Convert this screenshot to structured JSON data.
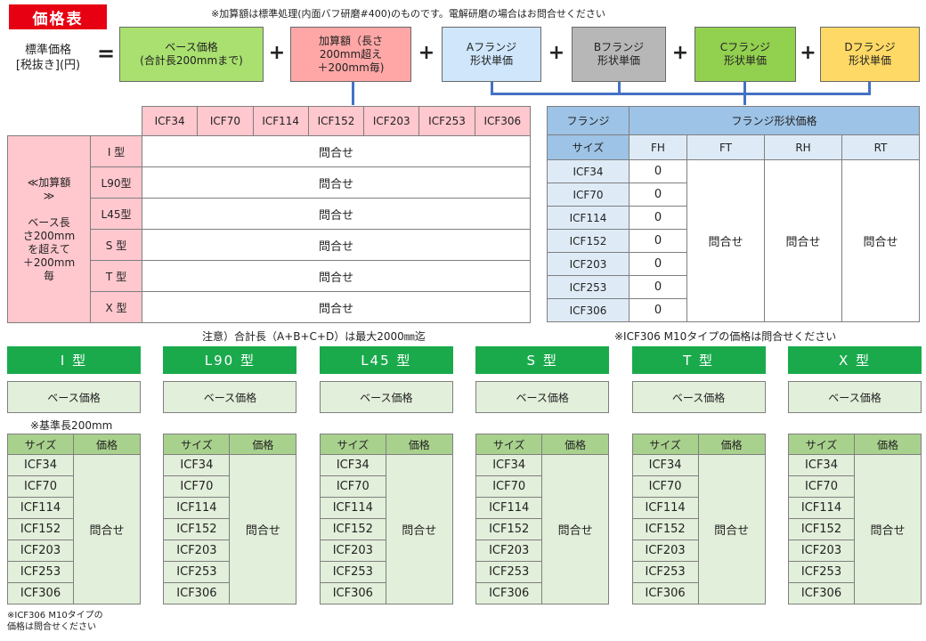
{
  "title": "価格表",
  "top_note": "※加算額は標準処理(内面バフ研磨#400)のものです。電解研磨の場合はお問合せください",
  "formula": {
    "label_line1": "標準価格",
    "label_line2": "[税抜き](円)",
    "equals": "=",
    "plus": "+",
    "boxes": [
      {
        "line1": "ベース価格",
        "line2": "(合計長200mmまで)",
        "line3": "",
        "color": "#a9e06f"
      },
      {
        "line1": "加算額（長さ",
        "line2": "200mm超え",
        "line3": "＋200mm毎)",
        "color": "#ffa7a7"
      },
      {
        "line1": "Aフランジ",
        "line2": "形状単価",
        "line3": "",
        "color": "#cfe6fb"
      },
      {
        "line1": "Bフランジ",
        "line2": "形状単価",
        "line3": "",
        "color": "#b7b7b7"
      },
      {
        "line1": "Cフランジ",
        "line2": "形状単価",
        "line3": "",
        "color": "#92d050"
      },
      {
        "line1": "Dフランジ",
        "line2": "形状単価",
        "line3": "",
        "color": "#ffd966"
      }
    ]
  },
  "addition_table": {
    "sizes": [
      "ICF34",
      "ICF70",
      "ICF114",
      "ICF152",
      "ICF203",
      "ICF253",
      "ICF306"
    ],
    "side_label": [
      "≪加算額",
      "≫",
      "",
      "ベース長",
      "さ200mm",
      "を超えて",
      "＋200mm",
      "毎"
    ],
    "rows": [
      {
        "type": "I 型",
        "value": "問合せ"
      },
      {
        "type": "L90型",
        "value": "問合せ"
      },
      {
        "type": "L45型",
        "value": "問合せ"
      },
      {
        "type": "S 型",
        "value": "問合せ"
      },
      {
        "type": "T 型",
        "value": "問合せ"
      },
      {
        "type": "X 型",
        "value": "問合せ"
      }
    ]
  },
  "flange_table": {
    "head_size_top": "フランジ",
    "head_size_bottom": "サイズ",
    "head_price": "フランジ形状価格",
    "columns": [
      "FH",
      "FT",
      "RH",
      "RT"
    ],
    "sizes": [
      "ICF34",
      "ICF70",
      "ICF114",
      "ICF152",
      "ICF203",
      "ICF253",
      "ICF306"
    ],
    "fh_values": [
      "0",
      "0",
      "0",
      "0",
      "0",
      "0",
      "0"
    ],
    "merged_value": "問合せ"
  },
  "mid_note_left": "注意）合計長（A+B+C+D）は最大2000㎜迄",
  "mid_note_right": "※ICF306 M10タイプの価格は問合せください",
  "base_note": "※基準長200mm",
  "bottom_note_line1": "※ICF306 M10タイプの",
  "bottom_note_line2": "価格は問合せください",
  "type_panels": [
    {
      "name": "I 型"
    },
    {
      "name": "L90 型"
    },
    {
      "name": "L45 型"
    },
    {
      "name": "S 型"
    },
    {
      "name": "T 型"
    },
    {
      "name": "X 型"
    }
  ],
  "panel_common": {
    "base_label": "ベース価格",
    "col_size": "サイズ",
    "col_price": "価格",
    "sizes": [
      "ICF34",
      "ICF70",
      "ICF114",
      "ICF152",
      "ICF203",
      "ICF253",
      "ICF306"
    ],
    "price": "問合せ"
  },
  "colors": {
    "accent_red": "#e60012",
    "green_bar": "#1aaa4c",
    "pink": "#ffc7ce",
    "blue_head": "#9dc3e6",
    "connector": "#4472c4"
  }
}
